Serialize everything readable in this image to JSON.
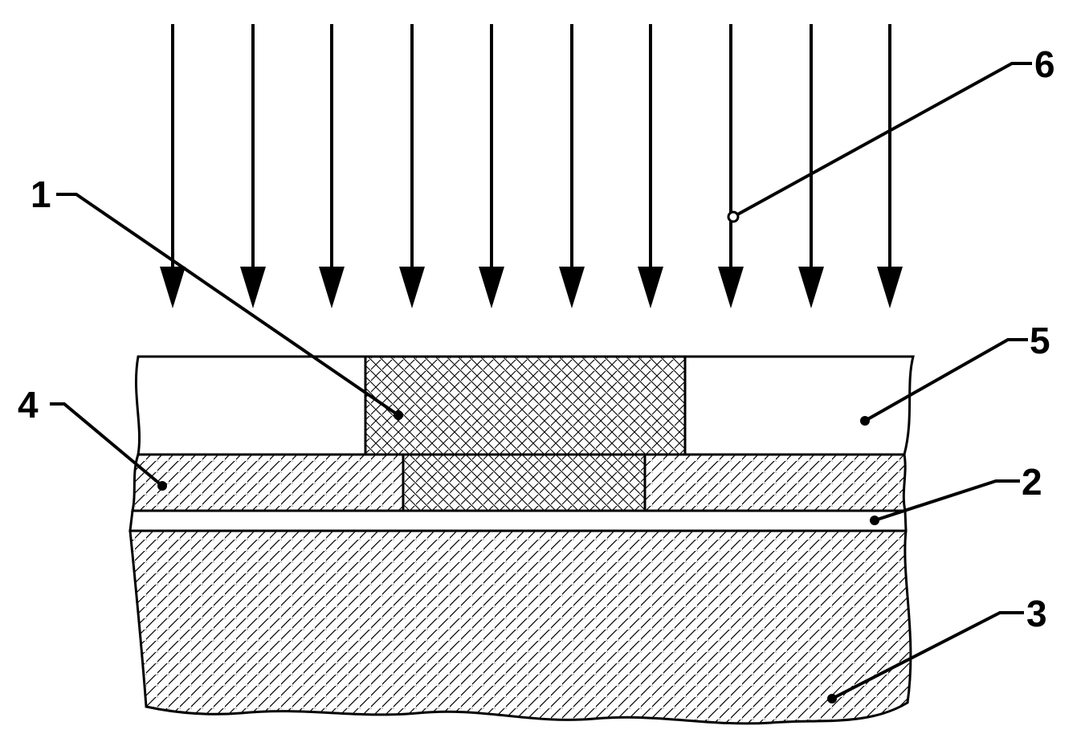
{
  "figure": {
    "labels": [
      {
        "id": "1",
        "text": "1"
      },
      {
        "id": "2",
        "text": "2"
      },
      {
        "id": "3",
        "text": "3"
      },
      {
        "id": "4",
        "text": "4"
      },
      {
        "id": "5",
        "text": "5"
      },
      {
        "id": "6",
        "text": "6"
      }
    ],
    "colors": {
      "line": "#000000",
      "background": "#ffffff"
    }
  }
}
